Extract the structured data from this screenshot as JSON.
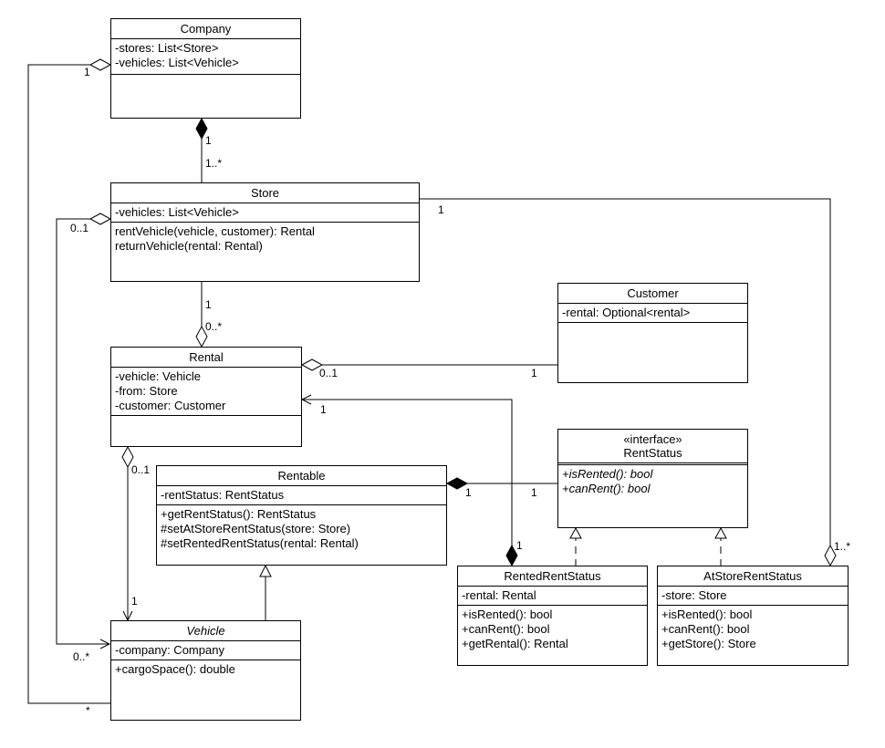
{
  "classes": {
    "company": {
      "name": "Company",
      "attributes": [
        "-stores: List<Store>",
        "-vehicles: List<Vehicle>"
      ],
      "operations": []
    },
    "store": {
      "name": "Store",
      "attributes": [
        "-vehicles: List<Vehicle>"
      ],
      "operations": [
        "rentVehicle(vehicle, customer): Rental",
        "returnVehicle(rental: Rental)"
      ]
    },
    "customer": {
      "name": "Customer",
      "attributes": [
        "-rental: Optional<rental>"
      ],
      "operations": []
    },
    "rental": {
      "name": "Rental",
      "attributes": [
        "-vehicle: Vehicle",
        "-from: Store",
        "-customer: Customer"
      ],
      "operations": []
    },
    "rentStatus": {
      "stereotype": "«interface»",
      "name": "RentStatus",
      "attributes": [],
      "operations": [
        "+isRented(): bool",
        "+canRent(): bool"
      ]
    },
    "rentable": {
      "name": "Rentable",
      "attributes": [
        "-rentStatus: RentStatus"
      ],
      "operations": [
        "+getRentStatus(): RentStatus",
        "#setAtStoreRentStatus(store: Store)",
        "#setRentedRentStatus(rental: Rental)"
      ]
    },
    "rentedRentStatus": {
      "name": "RentedRentStatus",
      "attributes": [
        "-rental: Rental"
      ],
      "operations": [
        "+isRented(): bool",
        "+canRent(): bool",
        "+getRental(): Rental"
      ]
    },
    "atStoreRentStatus": {
      "name": "AtStoreRentStatus",
      "attributes": [
        "-store: Store"
      ],
      "operations": [
        "+isRented(): bool",
        "+canRent(): bool",
        "+getStore(): Store"
      ]
    },
    "vehicle": {
      "name": "Vehicle",
      "attributes": [
        "-company: Company"
      ],
      "operations": [
        "+cargoSpace(): double"
      ]
    }
  },
  "multiplicities": {
    "company_store_company": "1",
    "company_store_store": "1..*",
    "company_vehicle_company": "1",
    "company_vehicle_vehicle": "*",
    "store_vehicle_store": "0..1",
    "store_vehicle_vehicle": "0..*",
    "store_rental_store": "1",
    "store_rental_rental": "0..*",
    "rental_customer_rental": "0..1",
    "rental_customer_customer": "1",
    "rented_rental_rental": "1",
    "rented_rental_rented": "1",
    "rental_vehicle_rental": "0..1",
    "rental_vehicle_vehicle": "1",
    "rentable_status_rentable": "1",
    "rentable_status_status": "1",
    "store_atstore_store": "1",
    "store_atstore_atstore": "1..*"
  }
}
